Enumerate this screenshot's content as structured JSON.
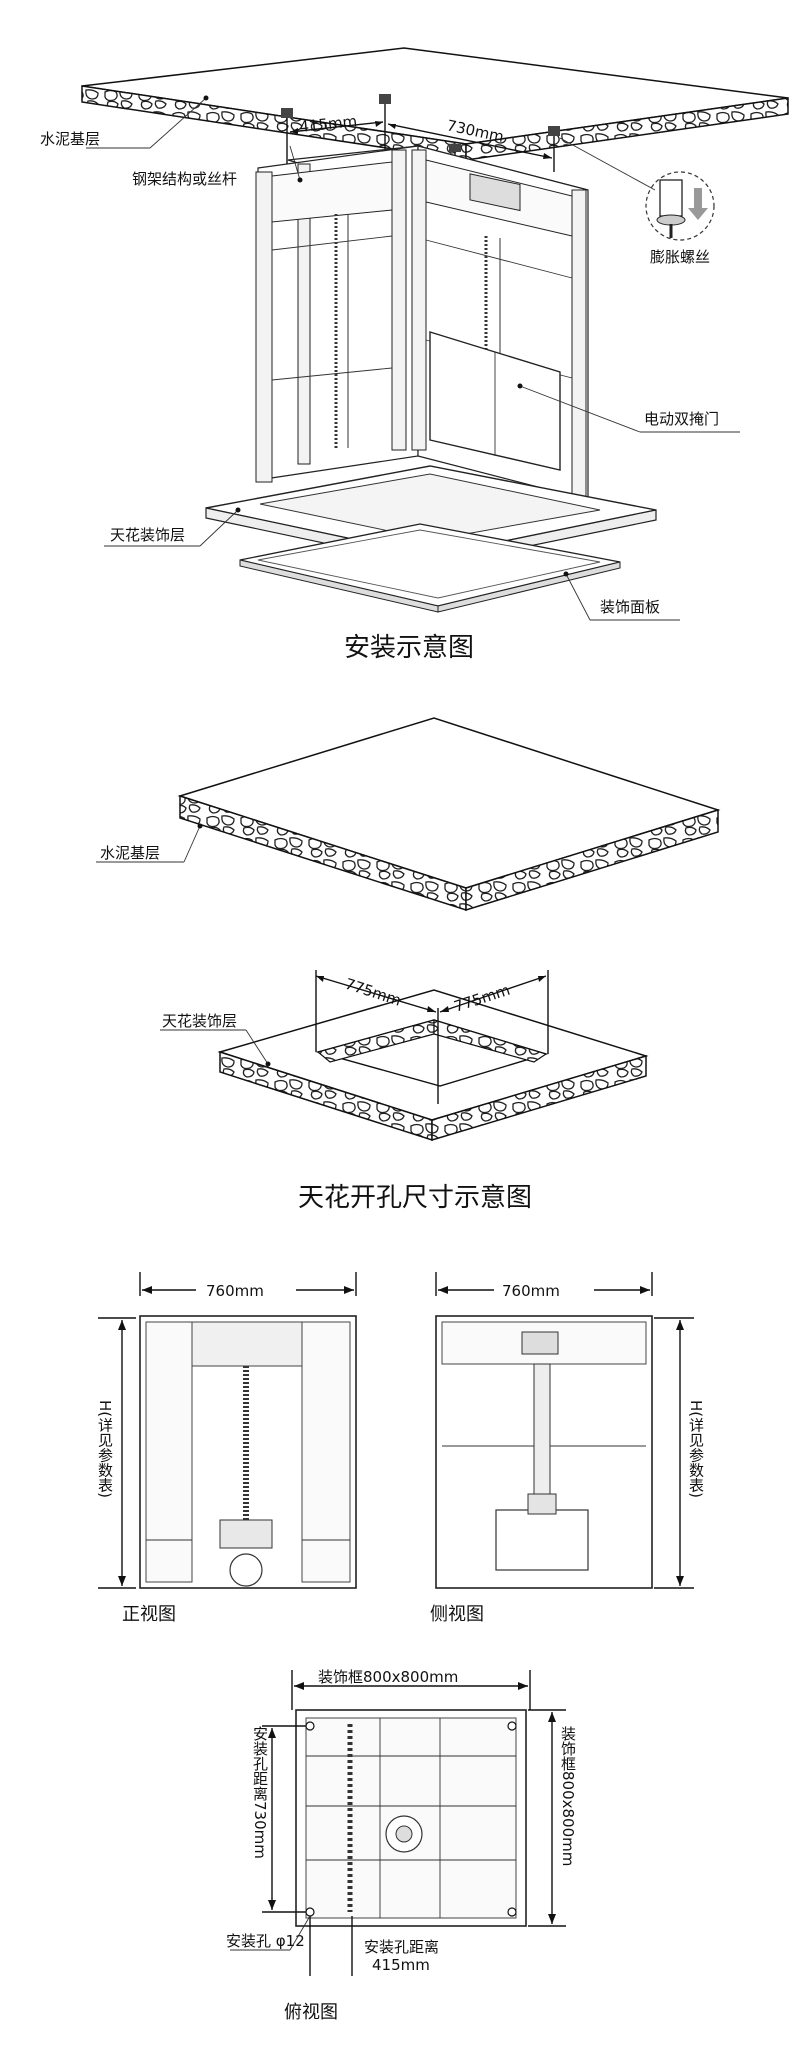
{
  "install": {
    "cement_label": "水泥基层",
    "steel_label": "钢架结构或丝杆",
    "dim_415": "415mm",
    "dim_730": "730mm",
    "bolt_label": "膨胀螺丝",
    "door_label": "电动双掩门",
    "ceiling_label": "天花装饰层",
    "panel_label": "装饰面板",
    "caption": "安装示意图"
  },
  "opening": {
    "cement_label": "水泥基层",
    "ceiling_label": "天花装饰层",
    "dim_a": "775mm",
    "dim_b": "775mm",
    "caption": "天花开孔尺寸示意图"
  },
  "front": {
    "width": "760mm",
    "height_label": "H(详见参数表)",
    "caption": "正视图"
  },
  "side": {
    "width": "760mm",
    "height_label": "H(详见参数表)",
    "caption": "侧视图"
  },
  "top": {
    "frame_w": "装饰框800x800mm",
    "frame_h": "装饰框800x800mm",
    "hole_dist_v": "安装孔距离730mm",
    "hole_label": "安装孔 φ12",
    "hole_dist_h_1": "安装孔距离",
    "hole_dist_h_2": "415mm",
    "caption": "俯视图"
  }
}
